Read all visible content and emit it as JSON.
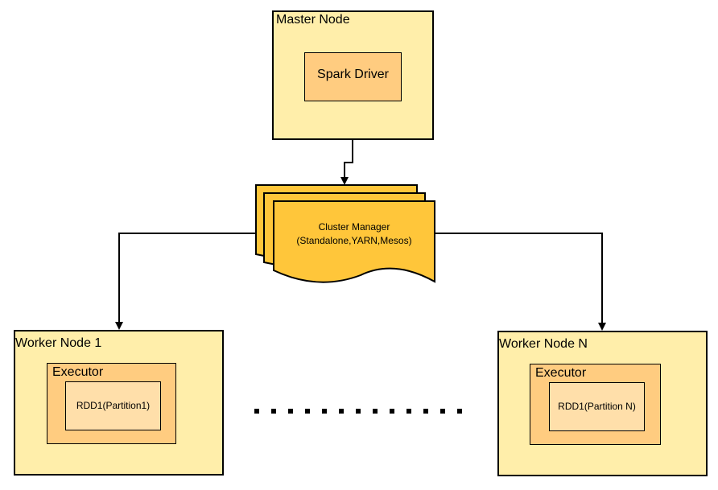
{
  "master": {
    "title": "Master Node",
    "driver": "Spark Driver"
  },
  "cluster_manager": {
    "line1": "Cluster Manager",
    "line2": "(Standalone,YARN,Mesos)"
  },
  "worker1": {
    "title": "Worker Node 1",
    "executor": "Executor",
    "rdd": "RDD1(Partition1)"
  },
  "workerN": {
    "title": "Worker Node N",
    "executor": "Executor",
    "rdd": "RDD1(Partition N)"
  },
  "colors": {
    "node": "#ffeeaa",
    "executor": "#ffcc80",
    "partition": "#ffdfaa",
    "cluster_manager": "#ffc63a"
  }
}
